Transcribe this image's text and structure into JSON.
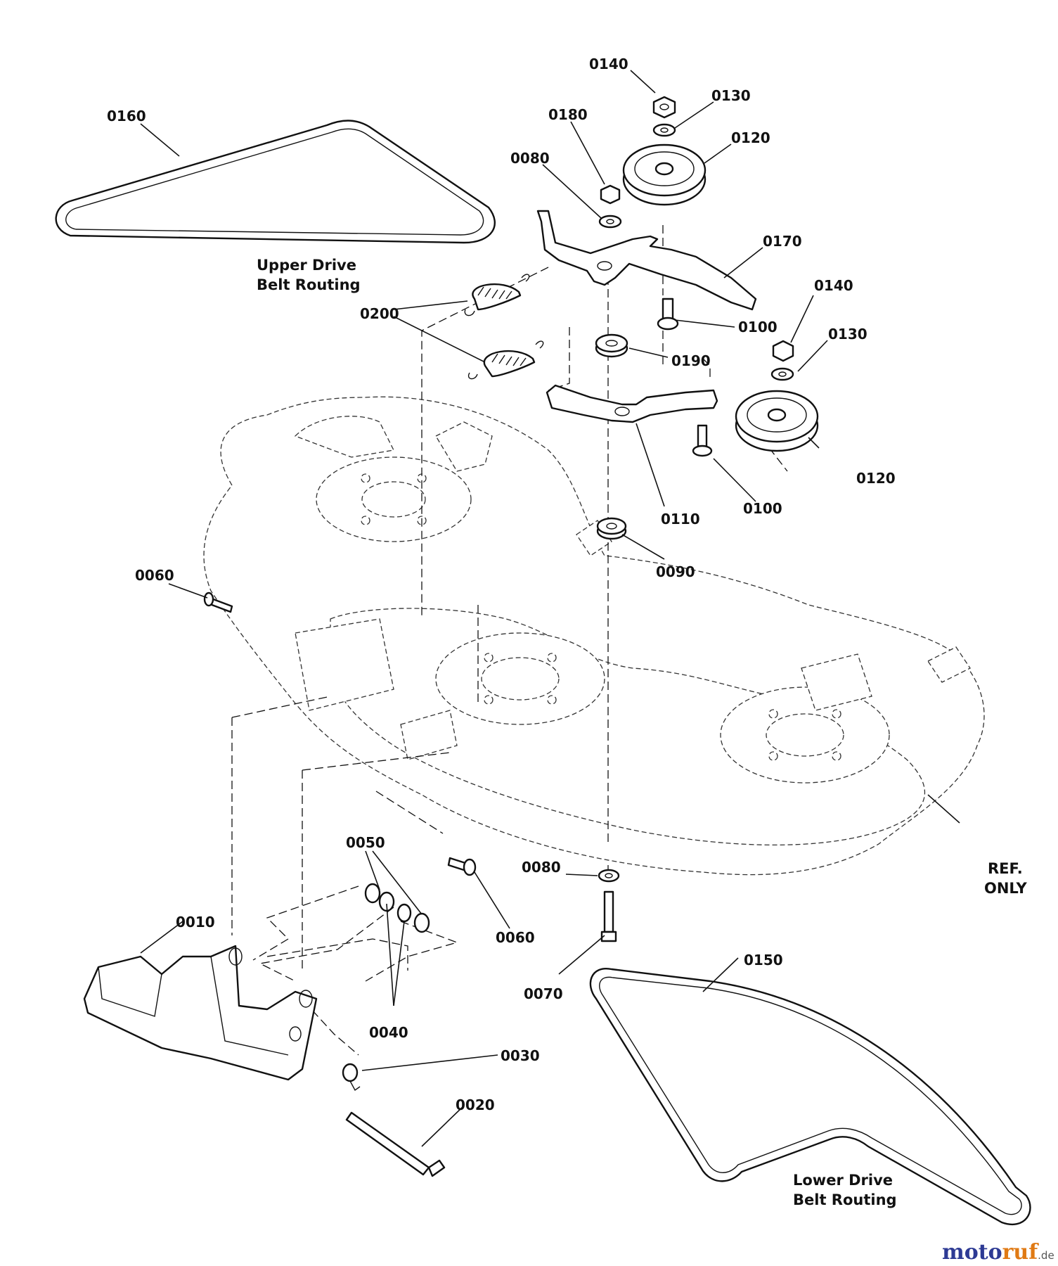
{
  "part_labels": [
    {
      "id": "0140",
      "text": "0140"
    },
    {
      "id": "0130",
      "text": "0130"
    },
    {
      "id": "0180",
      "text": "0180"
    },
    {
      "id": "0120",
      "text": "0120"
    },
    {
      "id": "0080",
      "text": "0080"
    },
    {
      "id": "0160",
      "text": "0160"
    },
    {
      "id": "0170",
      "text": "0170"
    },
    {
      "id": "0140b",
      "text": "0140"
    },
    {
      "id": "0200",
      "text": "0200"
    },
    {
      "id": "0100",
      "text": "0100"
    },
    {
      "id": "0130b",
      "text": "0130"
    },
    {
      "id": "0190",
      "text": "0190"
    },
    {
      "id": "0100b",
      "text": "0100"
    },
    {
      "id": "0110",
      "text": "0110"
    },
    {
      "id": "0120b",
      "text": "0120"
    },
    {
      "id": "0090",
      "text": "0090"
    },
    {
      "id": "0060",
      "text": "0060"
    },
    {
      "id": "0050",
      "text": "0050"
    },
    {
      "id": "0080b",
      "text": "0080"
    },
    {
      "id": "0060b",
      "text": "0060"
    },
    {
      "id": "0010",
      "text": "0010"
    },
    {
      "id": "0070",
      "text": "0070"
    },
    {
      "id": "0150",
      "text": "0150"
    },
    {
      "id": "0040",
      "text": "0040"
    },
    {
      "id": "0030",
      "text": "0030"
    },
    {
      "id": "0020",
      "text": "0020"
    }
  ],
  "captions": {
    "upper_belt_line1": "Upper Drive",
    "upper_belt_line2": "Belt Routing",
    "lower_belt_line1": "Lower Drive",
    "lower_belt_line2": "Belt Routing",
    "ref_line1": "REF.",
    "ref_line2": "ONLY"
  },
  "watermark": {
    "part_a": "moto",
    "part_b": "ruf",
    "part_c": ".de"
  },
  "colors": {
    "line": "#111111",
    "background": "#ffffff",
    "watermark_blue": "#2d3a94",
    "watermark_orange": "#e07a14"
  }
}
